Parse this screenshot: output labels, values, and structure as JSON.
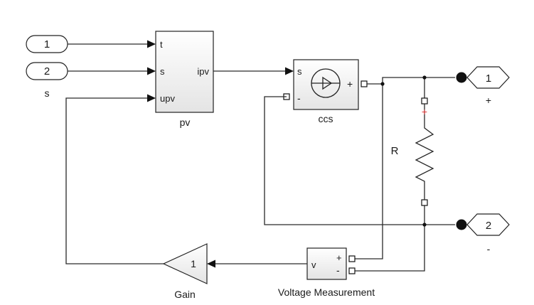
{
  "inports": [
    {
      "label": "1"
    },
    {
      "label": "2"
    }
  ],
  "inport2_caption": "s",
  "pv_block": {
    "name": "pv",
    "ports_in": [
      "t",
      "s",
      "upv"
    ],
    "port_out": "ipv"
  },
  "ccs_block": {
    "name": "ccs",
    "port_s": "s",
    "port_plus": "+",
    "port_minus": "-"
  },
  "resistor": {
    "name": "R",
    "polarity_mark": "+"
  },
  "outports": [
    {
      "label": "1",
      "caption": "+"
    },
    {
      "label": "2",
      "caption": "-"
    }
  ],
  "voltage_measurement": {
    "name": "Voltage Measurement",
    "port_v": "v",
    "port_plus": "+",
    "port_minus": "-"
  },
  "gain_block": {
    "name": "Gain",
    "value": "1"
  },
  "colors": {
    "line": "#2a2a2a",
    "block_fill_top": "#ffffff",
    "block_fill_bottom": "#e4e4e4",
    "polarity_red": "#e03a3a"
  }
}
